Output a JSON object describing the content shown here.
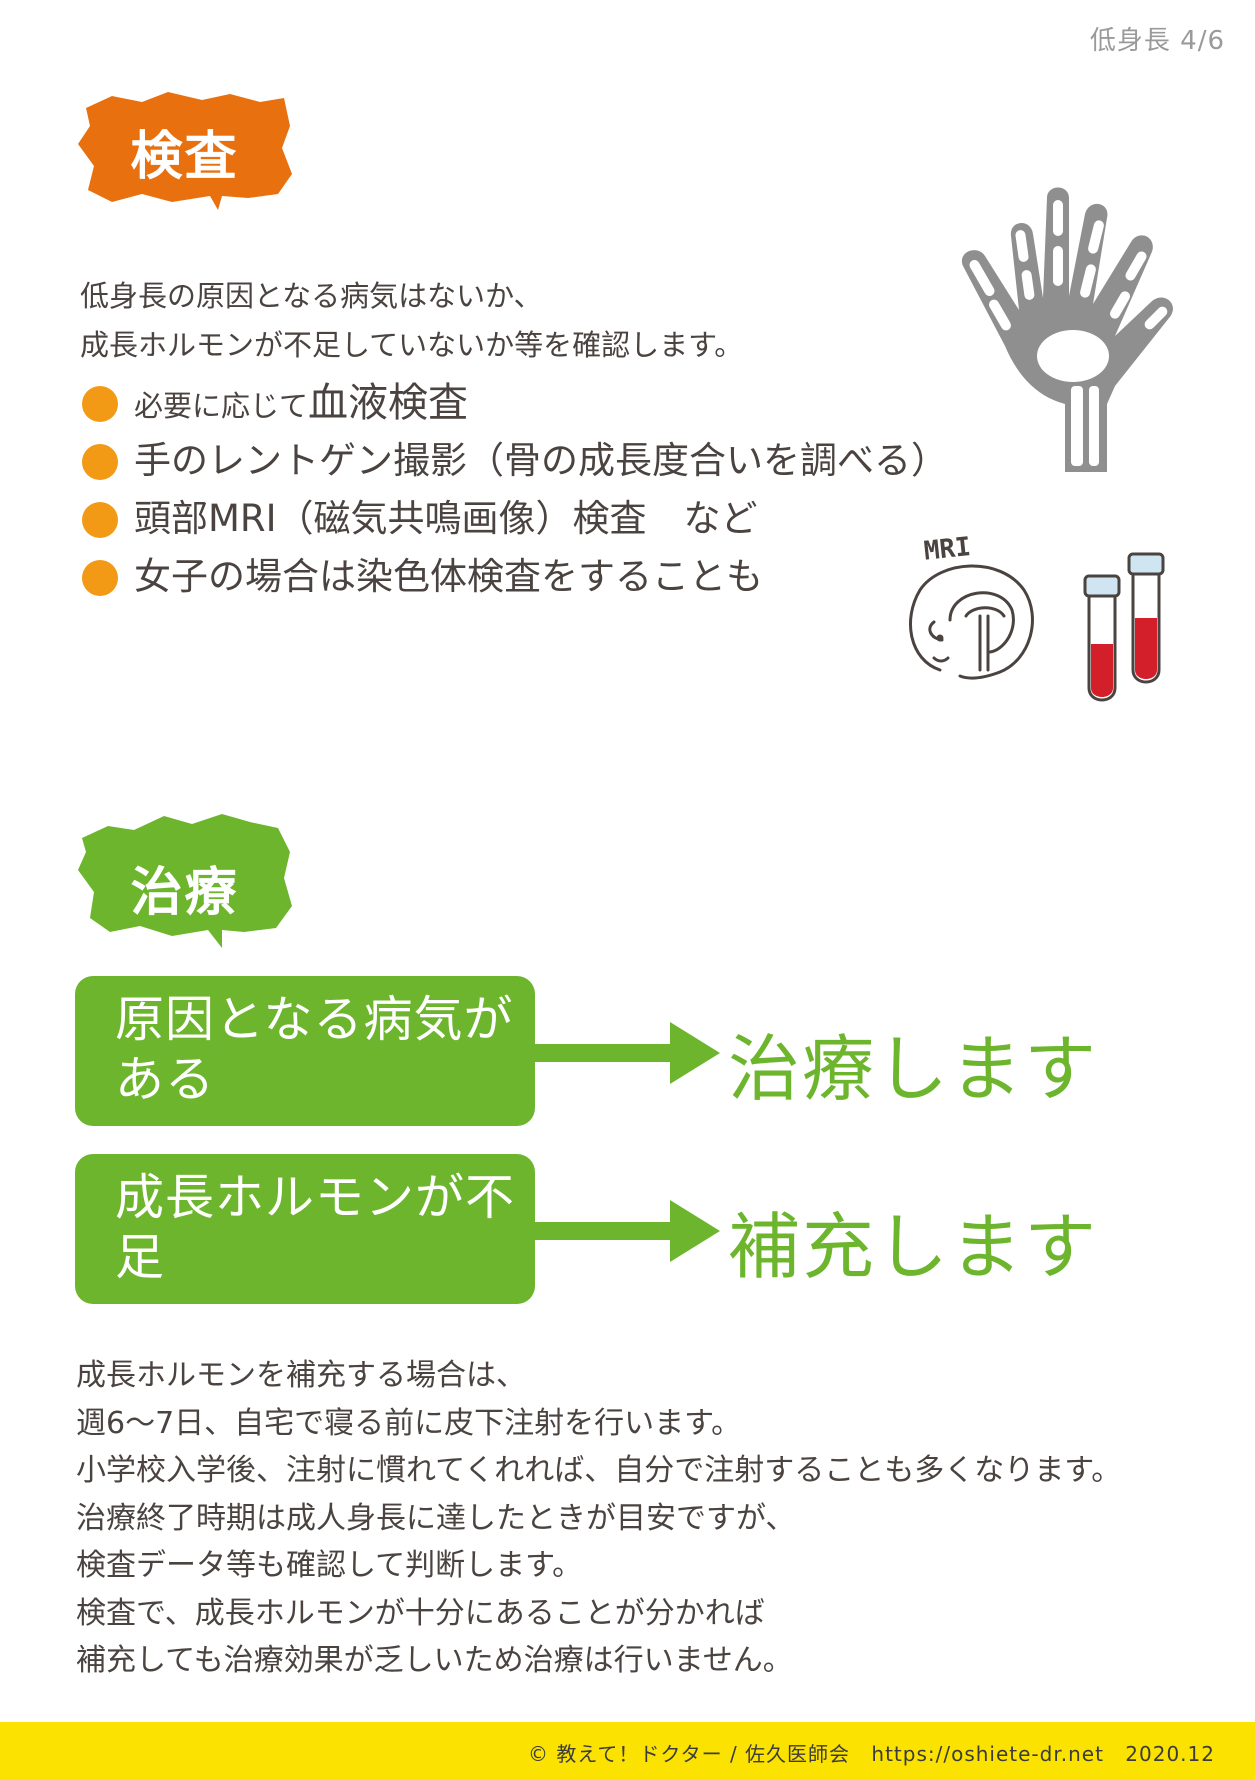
{
  "page_label": "低身長 4/6",
  "exam": {
    "heading": "検査",
    "intro": [
      "低身長の原因となる病気はないか、",
      "成長ホルモンが不足していないか等を確認します。"
    ],
    "bullets": [
      {
        "prefix": "必要に応じて",
        "emphasis": "血液検査"
      },
      {
        "text": "手のレントゲン撮影（骨の成長度合いを調べる）"
      },
      {
        "text": "頭部MRI（磁気共鳴画像）検査　など"
      },
      {
        "text": "女子の場合は染色体検査をすることも"
      }
    ],
    "mri_label": "MRI"
  },
  "treatment": {
    "heading": "治療",
    "flows": [
      {
        "condition": "原因となる病気がある",
        "result": "治療します"
      },
      {
        "condition": "成長ホルモンが不足",
        "result": "補充します"
      }
    ],
    "notes": [
      "成長ホルモンを補充する場合は、",
      "週6～7日、自宅で寝る前に皮下注射を行います。",
      "小学校入学後、注射に慣れてくれれば、自分で注射することも多くなります。",
      "治療終了時期は成人身長に達したときが目安ですが、",
      "検査データ等も確認して判断します。",
      "検査で、成長ホルモンが十分にあることが分かれば",
      "補充しても治療効果が乏しいため治療は行いません。"
    ]
  },
  "footer": {
    "copyright": "© 教えて！ドクター / 佐久医師会",
    "url": "https://oshiete-dr.net",
    "date": "2020.12"
  },
  "colors": {
    "exam_accent": "#e8700f",
    "treatment_accent": "#6cb52d",
    "bullet": "#f29a16",
    "footer_bar": "#fbe200",
    "blood": "#d21f2a"
  }
}
